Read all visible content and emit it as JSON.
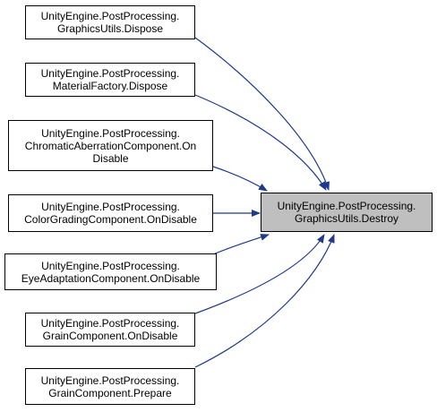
{
  "diagram": {
    "target": {
      "label": "UnityEngine.PostProcessing.\nGraphicsUtils.Destroy"
    },
    "callers": [
      {
        "label": "UnityEngine.PostProcessing.\nGraphicsUtils.Dispose"
      },
      {
        "label": "UnityEngine.PostProcessing.\nMaterialFactory.Dispose"
      },
      {
        "label": "UnityEngine.PostProcessing.\nChromaticAberrationComponent.On\nDisable"
      },
      {
        "label": "UnityEngine.PostProcessing.\nColorGradingComponent.OnDisable"
      },
      {
        "label": "UnityEngine.PostProcessing.\nEyeAdaptationComponent.OnDisable"
      },
      {
        "label": "UnityEngine.PostProcessing.\nGrainComponent.OnDisable"
      },
      {
        "label": "UnityEngine.PostProcessing.\nGrainComponent.Prepare"
      }
    ],
    "colors": {
      "edge": "#1f3a8a",
      "node_border": "#000000",
      "target_fill": "#bfbfbf"
    }
  }
}
